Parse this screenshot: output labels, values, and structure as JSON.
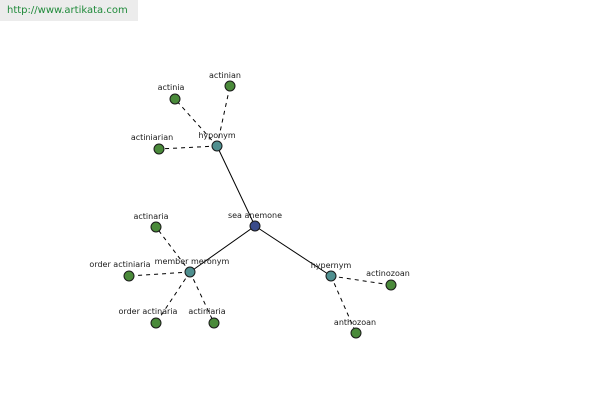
{
  "header": {
    "site_url": "http://www.artikata.com"
  },
  "colors": {
    "center": "#3a4b8a",
    "relation": "#4f8f8f",
    "leaf": "#4a8a3a"
  },
  "graph": {
    "nodes": [
      {
        "id": "sea-anemone",
        "label": "sea anemone",
        "kind": "center"
      },
      {
        "id": "hyponym",
        "label": "hyponym",
        "kind": "relation"
      },
      {
        "id": "member-meronym",
        "label": "member meronym",
        "kind": "relation"
      },
      {
        "id": "hypernym",
        "label": "hypernym",
        "kind": "relation"
      },
      {
        "id": "actinia",
        "label": "actinia",
        "kind": "leaf"
      },
      {
        "id": "actinian",
        "label": "actinian",
        "kind": "leaf"
      },
      {
        "id": "actiniarian",
        "label": "actiniarian",
        "kind": "leaf"
      },
      {
        "id": "actinaria-1",
        "label": "actinaria",
        "kind": "leaf"
      },
      {
        "id": "order-actiniaria",
        "label": "order actiniaria",
        "kind": "leaf"
      },
      {
        "id": "order-actinaria",
        "label": "order actinaria",
        "kind": "leaf"
      },
      {
        "id": "actiniaria",
        "label": "actiniaria",
        "kind": "leaf"
      },
      {
        "id": "actinozoan",
        "label": "actinozoan",
        "kind": "leaf"
      },
      {
        "id": "anthozoan",
        "label": "anthozoan",
        "kind": "leaf"
      }
    ],
    "edges": [
      {
        "from": "sea-anemone",
        "to": "hyponym",
        "style": "solid"
      },
      {
        "from": "sea-anemone",
        "to": "member-meronym",
        "style": "solid"
      },
      {
        "from": "sea-anemone",
        "to": "hypernym",
        "style": "solid"
      },
      {
        "from": "hyponym",
        "to": "actinia",
        "style": "dashed"
      },
      {
        "from": "hyponym",
        "to": "actinian",
        "style": "dashed"
      },
      {
        "from": "hyponym",
        "to": "actiniarian",
        "style": "dashed"
      },
      {
        "from": "member-meronym",
        "to": "actinaria-1",
        "style": "dashed"
      },
      {
        "from": "member-meronym",
        "to": "order-actiniaria",
        "style": "dashed"
      },
      {
        "from": "member-meronym",
        "to": "order-actinaria",
        "style": "dashed"
      },
      {
        "from": "member-meronym",
        "to": "actiniaria",
        "style": "dashed"
      },
      {
        "from": "hypernym",
        "to": "actinozoan",
        "style": "dashed"
      },
      {
        "from": "hypernym",
        "to": "anthozoan",
        "style": "dashed"
      }
    ]
  }
}
